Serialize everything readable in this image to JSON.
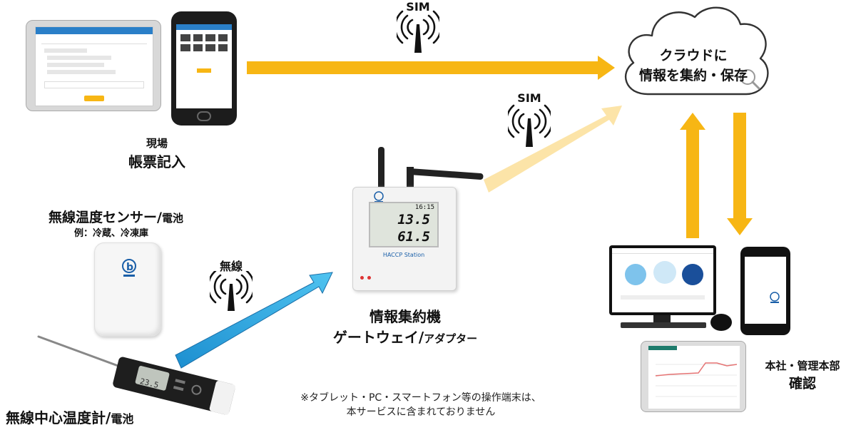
{
  "sim_top": "SIM",
  "sim_mid": "SIM",
  "wireless": "無線",
  "cloud": {
    "line1": "クラウドに",
    "line2": "情報を集約・保存"
  },
  "onsite": {
    "line1": "現場",
    "line2": "帳票記入"
  },
  "sensor": {
    "title": "無線温度センサー/",
    "power": "電池",
    "example": "例：冷蔵、冷凍庫"
  },
  "thermometer": {
    "title": "無線中心温度計/",
    "power": "電池"
  },
  "gateway": {
    "line1": "情報集約機",
    "line2": "ゲートウェイ/",
    "line2_small": "アダプター",
    "screen_temp": "13.5",
    "screen_hum": "61.5",
    "screen_time": "16:15",
    "brand": "HACCP Station"
  },
  "probe_display": "23.5",
  "note": {
    "line1": "※タブレット・PC・スマートフォン等の操作端末は、",
    "line2": "本サービスに含まれておりません"
  },
  "hq": {
    "line1": "本社・管理本部",
    "line2": "確認"
  },
  "colors": {
    "arrow_orange": "#f7b614",
    "arrow_orange_faded": "#fce4a8",
    "arrow_blue": "#29a9e1",
    "accent_blue": "#1a5fa8"
  }
}
